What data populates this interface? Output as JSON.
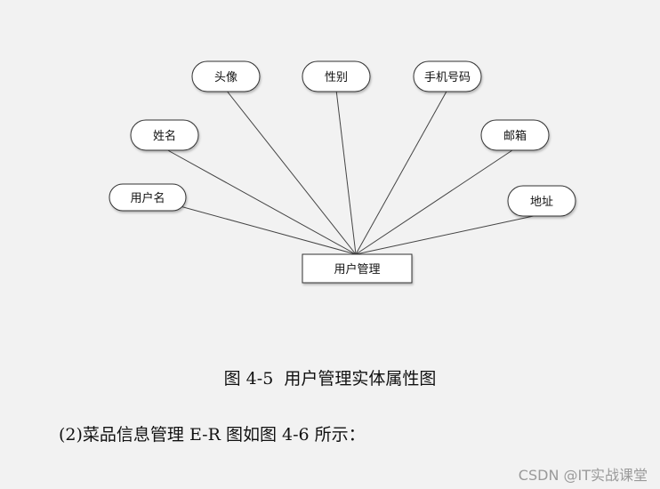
{
  "diagram": {
    "entity": "用户管理",
    "attributes": [
      {
        "id": "avatar",
        "label": "头像"
      },
      {
        "id": "gender",
        "label": "性别"
      },
      {
        "id": "phone",
        "label": "手机号码"
      },
      {
        "id": "name",
        "label": "姓名"
      },
      {
        "id": "email",
        "label": "邮箱"
      },
      {
        "id": "username",
        "label": "用户名"
      },
      {
        "id": "address",
        "label": "地址"
      }
    ]
  },
  "caption": "图 4-5  用户管理实体属性图",
  "paragraph": "(2)菜品信息管理 E-R 图如图 4-6 所示：",
  "watermark": "CSDN @IT实战课堂"
}
